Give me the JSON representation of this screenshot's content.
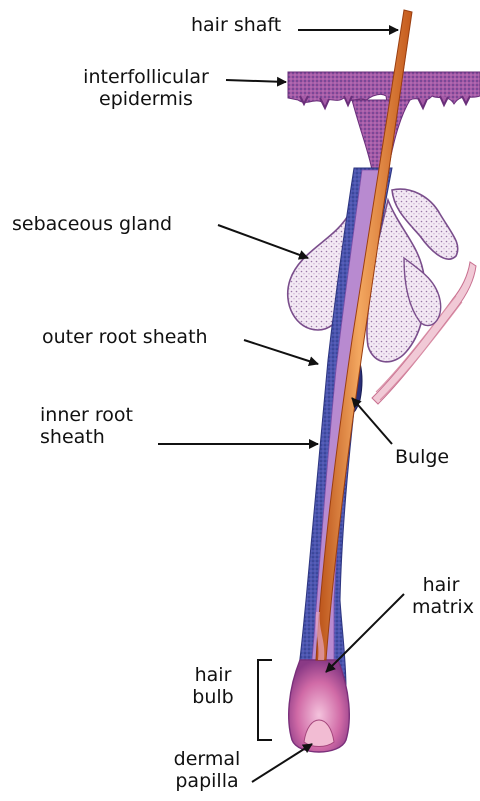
{
  "labels": {
    "hair_shaft": "hair shaft",
    "interfollicular_epidermis": [
      "interfollicular",
      "epidermis"
    ],
    "sebaceous_gland": "sebaceous gland",
    "outer_root_sheath": "outer root sheath",
    "inner_root_sheath": [
      "inner root",
      "sheath"
    ],
    "bulge": "Bulge",
    "hair_matrix": [
      "hair",
      "matrix"
    ],
    "hair_bulb": [
      "hair",
      "bulb"
    ],
    "dermal_papilla": [
      "dermal",
      "papilla"
    ]
  },
  "colors": {
    "epidermis": "#9b4f9a",
    "outer_sheath": "#4450a8",
    "inner_sheath": "#b07ac6",
    "gland": "#f1e6f2",
    "gland_outline": "#7a4e8c",
    "shaft": "#d9702b",
    "shaft_highlight": "#f4a55e",
    "bulb": "#c85a98",
    "papilla": "#e9a9c7",
    "muscle": "#d98fa6",
    "arrow": "#111111"
  }
}
